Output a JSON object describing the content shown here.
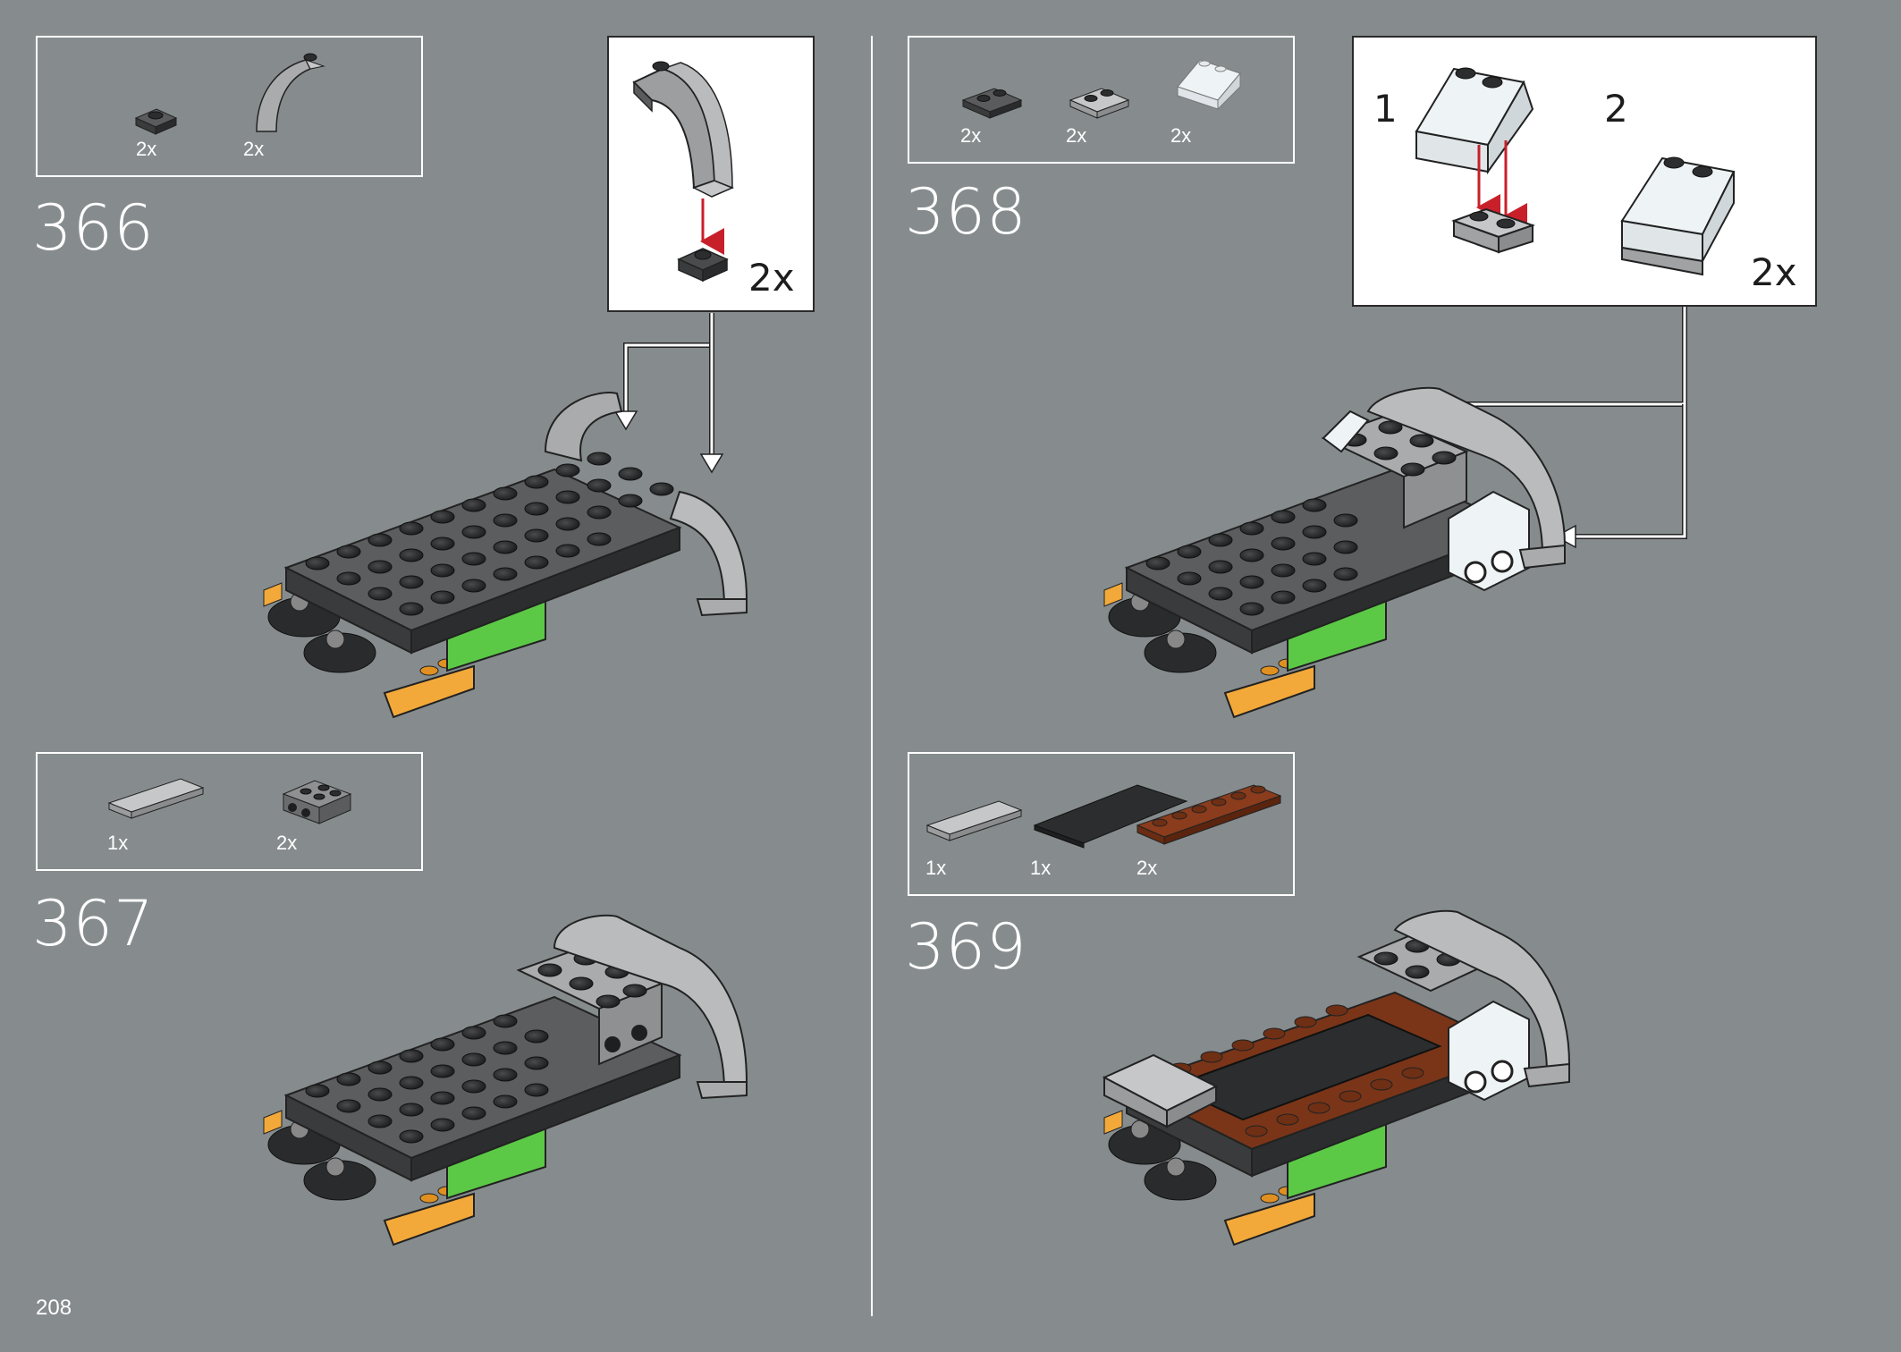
{
  "page": {
    "number": "208",
    "background": "#868c8e"
  },
  "colors": {
    "dark_plate": "#3a3b3c",
    "stud": "#2c2d2e",
    "light_gray": "#a9abac",
    "green": "#5bc946",
    "orange": "#f3a93a",
    "brown": "#7a3518",
    "trans_clear": "#eef3f5",
    "arrow_red": "#c8202a"
  },
  "steps": [
    {
      "number": "366",
      "parts": [
        {
          "qty": "2x",
          "icon": "plate-1x1-dark-gray-icon"
        },
        {
          "qty": "2x",
          "icon": "curved-slope-light-gray-icon"
        }
      ],
      "callout": {
        "qty": "2x",
        "icon": "curved-slope-on-plate-icon"
      }
    },
    {
      "number": "367",
      "parts": [
        {
          "qty": "1x",
          "icon": "tile-1x4-light-gray-icon"
        },
        {
          "qty": "2x",
          "icon": "brick-with-studs-on-side-icon"
        }
      ]
    },
    {
      "number": "368",
      "parts": [
        {
          "qty": "2x",
          "icon": "plate-1x2-dark-gray-icon"
        },
        {
          "qty": "2x",
          "icon": "plate-1x2-light-gray-icon"
        },
        {
          "qty": "2x",
          "icon": "slope-2x2-trans-clear-icon"
        }
      ],
      "callout": {
        "sub1": "1",
        "sub2": "2",
        "qty": "2x",
        "icon": "trans-slope-on-plate-icon"
      }
    },
    {
      "number": "369",
      "parts": [
        {
          "qty": "1x",
          "icon": "tile-1x4-light-gray-icon"
        },
        {
          "qty": "1x",
          "icon": "tile-2x6-black-icon"
        },
        {
          "qty": "2x",
          "icon": "plate-1x6-brown-icon"
        }
      ]
    }
  ]
}
